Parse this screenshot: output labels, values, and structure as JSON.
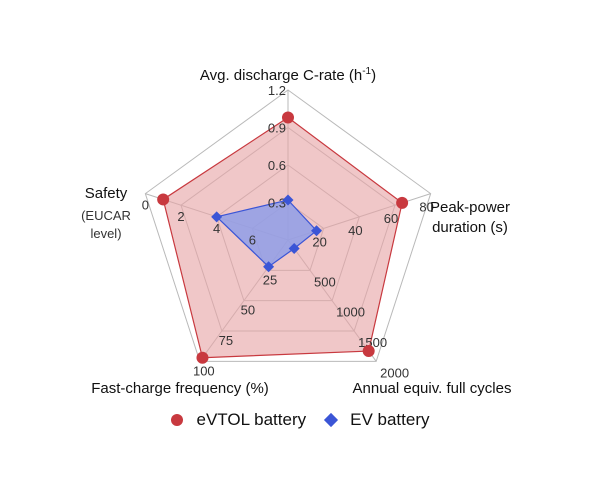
{
  "chart_data": {
    "type": "radar",
    "axes": [
      {
        "key": "crate",
        "title_lines": [
          "Avg. discharge C-rate (h",
          "-1",
          ")"
        ],
        "subtitle": [],
        "ticks": [
          "0.3",
          "0.6",
          "0.9",
          "1.2"
        ],
        "range": [
          0,
          1.2
        ]
      },
      {
        "key": "peak",
        "title_lines": [
          "Peak-power",
          "duration (s)"
        ],
        "subtitle": [],
        "ticks": [
          "20",
          "40",
          "60",
          "80"
        ],
        "range": [
          0,
          80
        ]
      },
      {
        "key": "cycles",
        "title_lines": [
          "Annual equiv. full cycles"
        ],
        "subtitle": [],
        "ticks": [
          "500",
          "1000",
          "1500",
          "2000"
        ],
        "range": [
          0,
          2000
        ]
      },
      {
        "key": "fastcharge",
        "title_lines": [
          "Fast-charge frequency (%)"
        ],
        "subtitle": [],
        "ticks": [
          "25",
          "50",
          "75",
          "100"
        ],
        "range": [
          0,
          100
        ]
      },
      {
        "key": "safety",
        "title_lines": [
          "Safety"
        ],
        "subtitle": [
          "(EUCAR",
          "level)"
        ],
        "ticks": [
          "6",
          "4",
          "2",
          "0"
        ],
        "range": [
          8,
          0
        ]
      }
    ],
    "series": [
      {
        "name": "eVTOL battery",
        "marker": "circle",
        "color": "#c8393f",
        "fill": "#e7a4a6",
        "values": [
          0.98,
          64,
          1830,
          97,
          1
        ]
      },
      {
        "name": "EV battery",
        "marker": "diamond",
        "color": "#3b55d6",
        "fill": "#8f9ee8",
        "values": [
          0.32,
          16,
          140,
          22,
          4
        ]
      }
    ],
    "grid": true,
    "legend_position": "bottom"
  },
  "legend": {
    "evtol_label": "eVTOL battery",
    "ev_label": "EV battery"
  },
  "colors": {
    "evtol": "#c8393f",
    "ev": "#3b55d6",
    "grid": "#b9b9b9"
  }
}
